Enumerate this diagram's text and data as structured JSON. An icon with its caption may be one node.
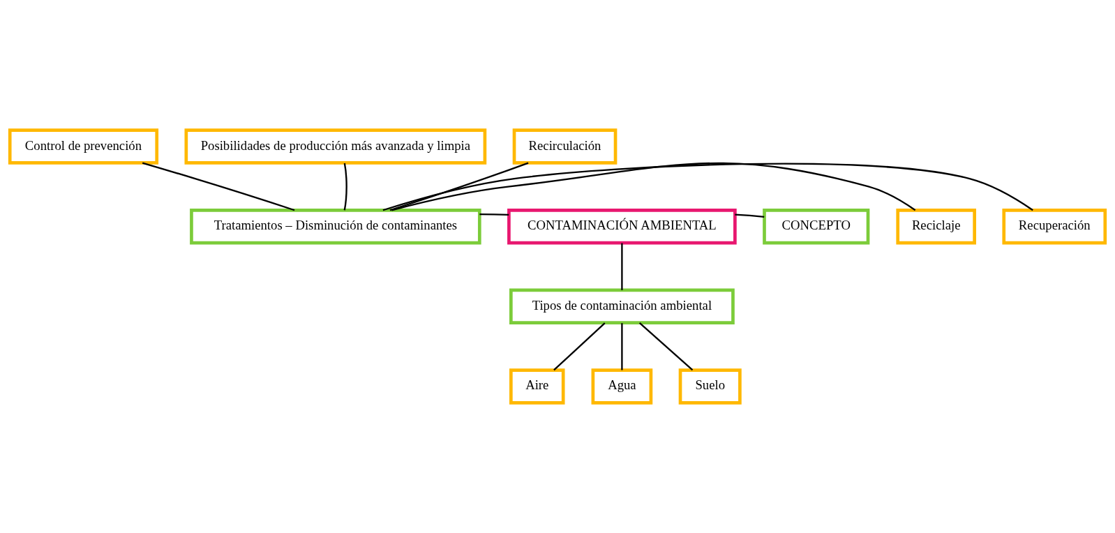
{
  "diagram": {
    "nodes": [
      {
        "text": [
          "Control de prevención"
        ]
      },
      {
        "text": [
          "Posibilidades de producción más avanzada y limpia"
        ]
      },
      {
        "text": [
          "Recirculación"
        ]
      },
      {
        "text": [
          "Reciclaje"
        ]
      },
      {
        "text": [
          "Tratamientos – Disminución de contaminantes"
        ]
      },
      {
        "text": [
          "CONTAMINACIÓN AMBIENTAL"
        ]
      },
      {
        "text": [
          "CONCEPTO"
        ]
      },
      {
        "text": [
          "Recuperación"
        ]
      },
      {
        "text": [
          "Tipos de contaminación ambiental"
        ]
      },
      {
        "text": [
          "Aire"
        ]
      },
      {
        "text": [
          "Agua"
        ]
      },
      {
        "text": [
          "Suelo"
        ]
      }
    ],
    "edges": [
      {
        "from": 4,
        "to": 2,
        "arrow": "none"
      },
      {
        "from": 4,
        "to": 0,
        "arrow": "none"
      },
      {
        "from": 4,
        "to": 1,
        "arrow": "none"
      },
      {
        "from": 4,
        "to": 3,
        "arrow": "none"
      },
      {
        "from": 4,
        "to": 7,
        "arrow": "none"
      },
      {
        "from": 5,
        "to": 4,
        "arrow": "none"
      },
      {
        "from": 5,
        "to": 6,
        "arrow": "none"
      },
      {
        "from": 5,
        "to": 8,
        "arrow": "none"
      },
      {
        "from": 8,
        "to": 9,
        "arrow": "none"
      },
      {
        "from": 8,
        "to": 10,
        "arrow": "none"
      },
      {
        "from": 8,
        "to": 11,
        "arrow": "none"
      }
    ]
  }
}
